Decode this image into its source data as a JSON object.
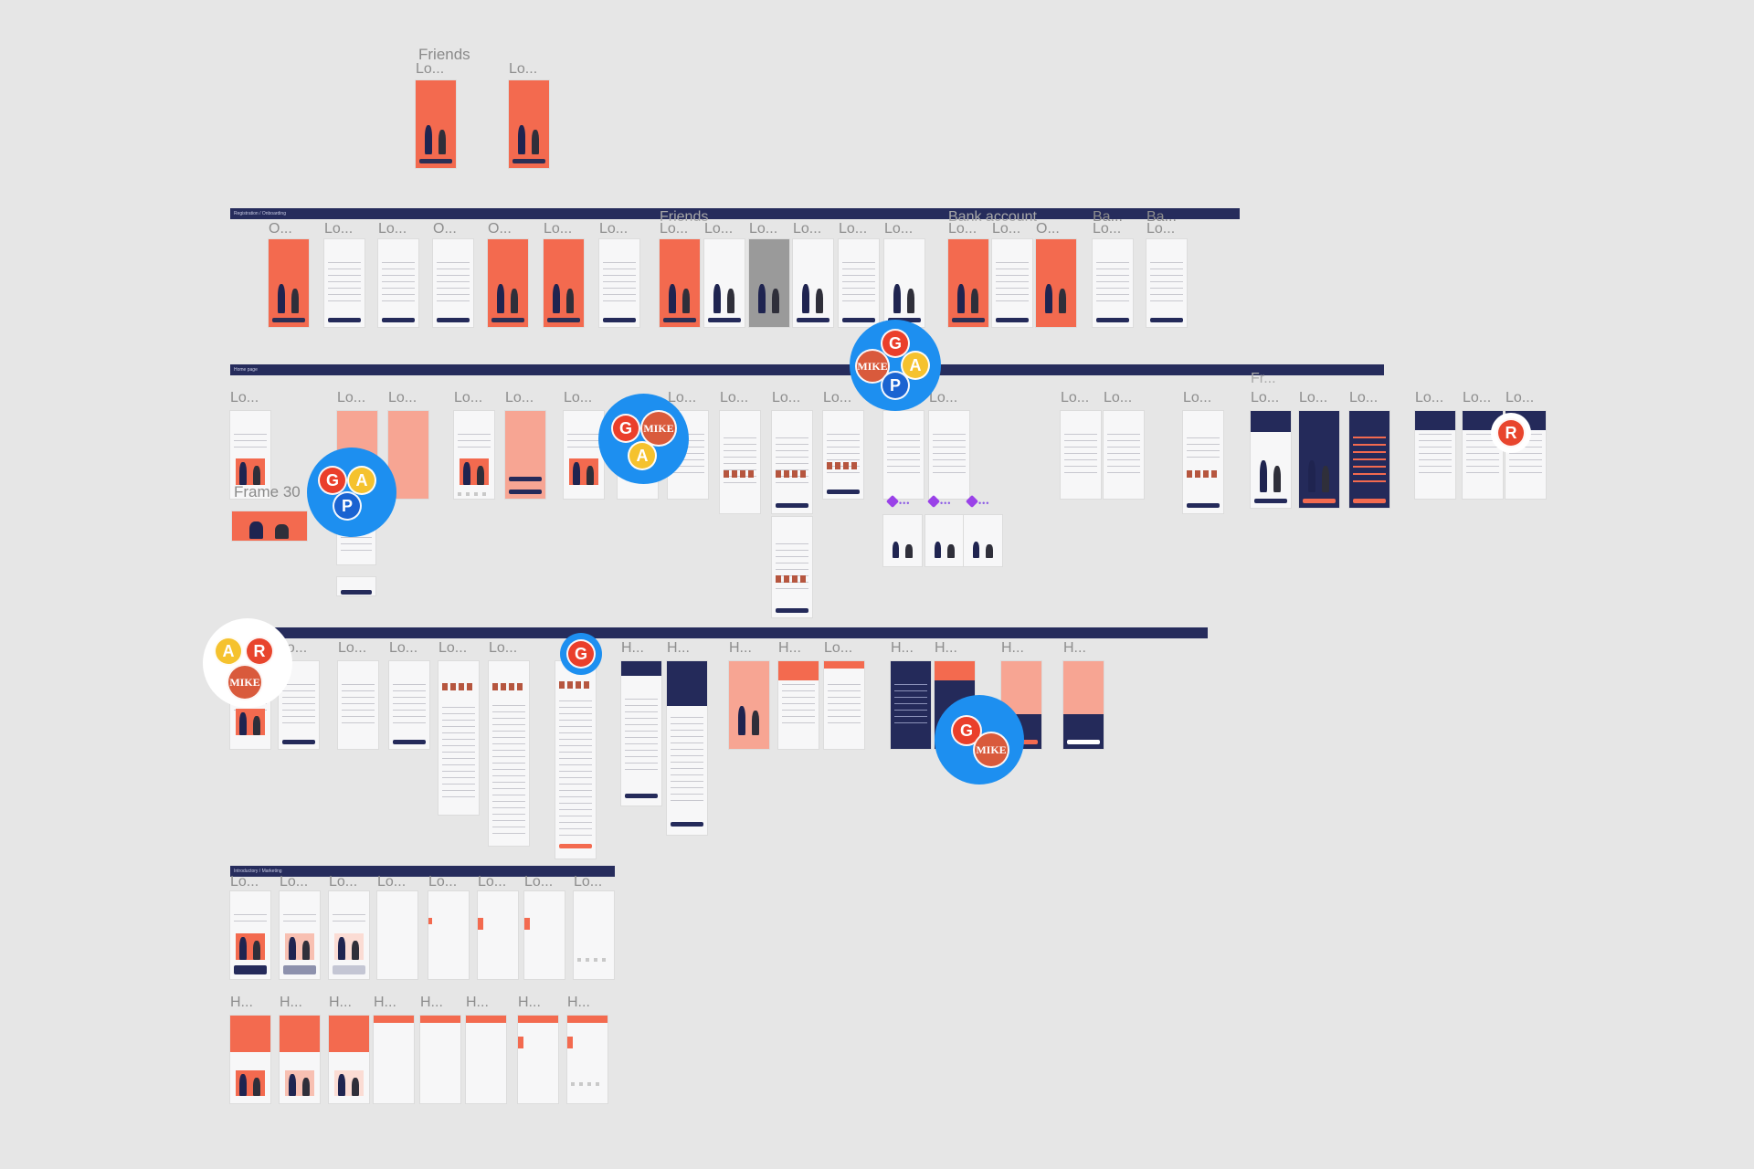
{
  "app": {
    "title": "Figma canvas"
  },
  "labels": {
    "friends": "Friends",
    "lo": "Lo...",
    "o": "O...",
    "h": "H...",
    "fr": "Fr...",
    "ba": "Ba...",
    "bank_account": "Bank account",
    "frame_30": "Frame 30"
  },
  "sections": [
    {
      "id": "registration",
      "title": "Registration / Onboarding"
    },
    {
      "id": "homepage",
      "title": "Home page"
    },
    {
      "id": "section3",
      "title": ""
    },
    {
      "id": "introductory",
      "title": "Introductory / Marketing"
    }
  ],
  "collaborators": [
    {
      "group": "cluster-1",
      "initials": [
        "G",
        "A",
        "P"
      ]
    },
    {
      "group": "cluster-2",
      "initials": [
        "G",
        "MIKE",
        "A"
      ]
    },
    {
      "group": "cluster-3",
      "initials": [
        "G",
        "MIKE",
        "A",
        "P"
      ]
    },
    {
      "group": "cluster-4",
      "initials": [
        "A",
        "R",
        "MIKE"
      ]
    },
    {
      "group": "cluster-5",
      "initials": [
        "G"
      ]
    },
    {
      "group": "cluster-6",
      "initials": [
        "G",
        "MIKE"
      ]
    },
    {
      "group": "cluster-7",
      "initials": [
        "R"
      ]
    }
  ],
  "colors": {
    "canvas": "#e6e6e6",
    "section_bar": "#262c5c",
    "brand_orange": "#f36a4f",
    "navy": "#242a5a",
    "presence_blue": "#1d8ff0",
    "comment_purple": "#9a42e8"
  }
}
